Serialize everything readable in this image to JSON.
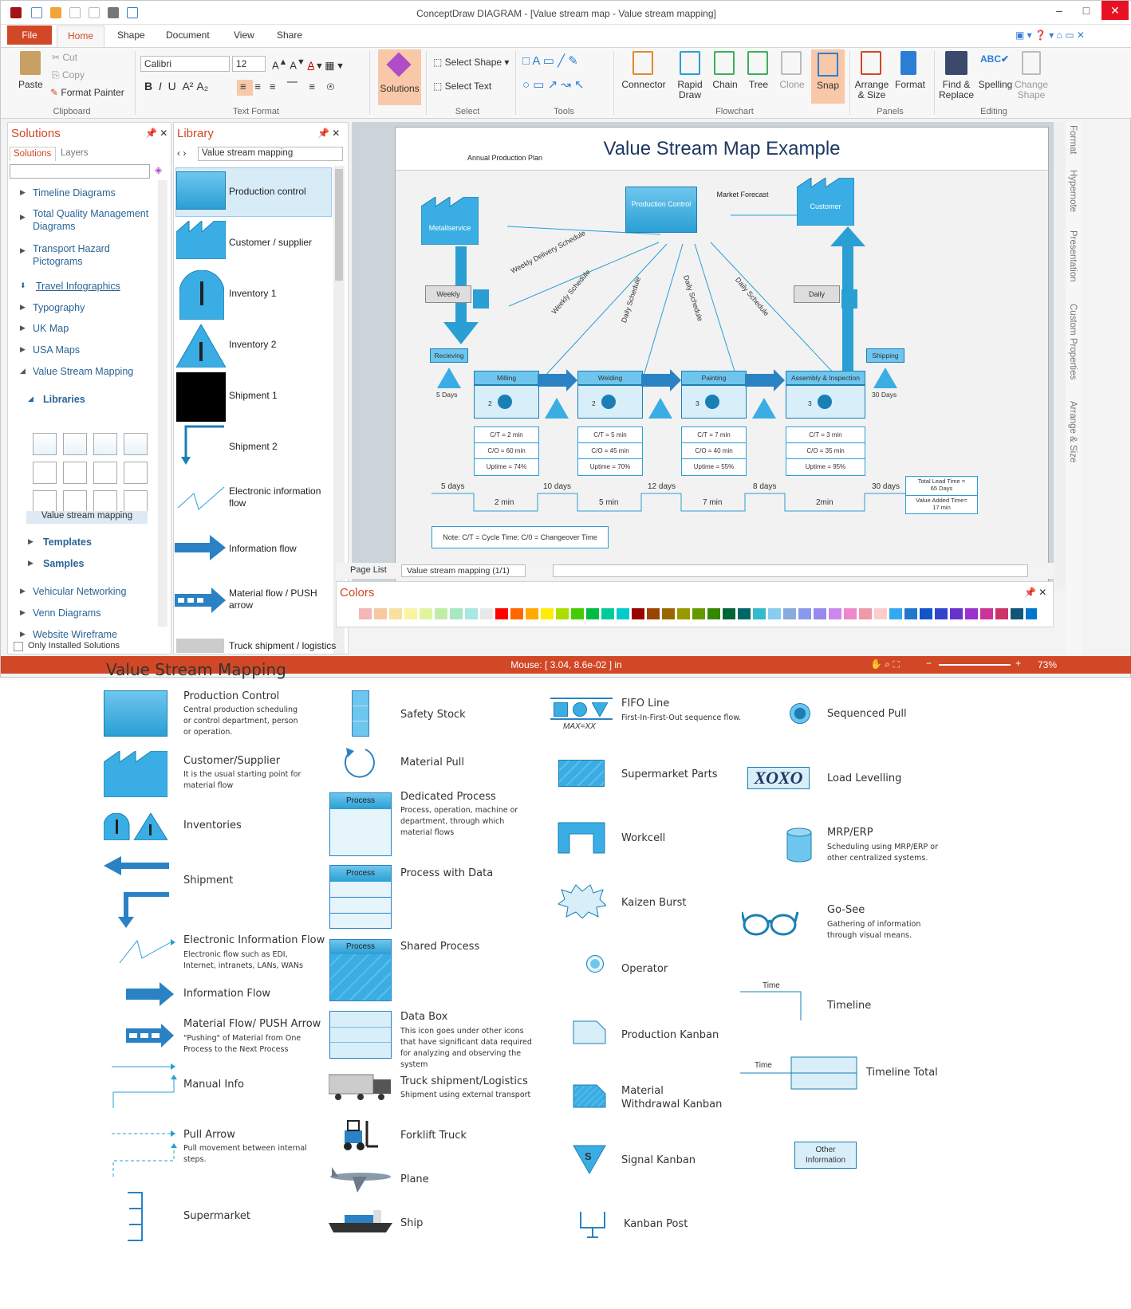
{
  "window": {
    "title": "ConceptDraw DIAGRAM - [Value stream map - Value stream mapping]"
  },
  "tabs": {
    "file": "File",
    "home": "Home",
    "shape": "Shape",
    "document": "Document",
    "view": "View",
    "share": "Share"
  },
  "ribbon": {
    "paste": "Paste",
    "cut": "Cut",
    "copy": "Copy",
    "format_painter": "Format Painter",
    "clipboard": "Clipboard",
    "font": "Calibri",
    "size": "12",
    "text_format": "Text Format",
    "solutions": "Solutions",
    "select_shape": "Select Shape",
    "select_text": "Select Text",
    "select": "Select",
    "tools": "Tools",
    "connector": "Connector",
    "rapid_draw": "Rapid Draw",
    "chain": "Chain",
    "tree": "Tree",
    "clone": "Clone",
    "snap": "Snap",
    "flowchart": "Flowchart",
    "arrange": "Arrange & Size",
    "format": "Format",
    "panels": "Panels",
    "find": "Find & Replace",
    "spelling": "Spelling",
    "change_shape": "Change Shape",
    "editing": "Editing"
  },
  "solutions_panel": {
    "title": "Solutions",
    "tab_solutions": "Solutions",
    "tab_layers": "Layers",
    "items": [
      "Timeline Diagrams",
      "Total Quality Management Diagrams",
      "Transport Hazard Pictograms",
      "Travel Infographics",
      "Typography",
      "UK Map",
      "USA Maps",
      "Value Stream Mapping"
    ],
    "libraries": "Libraries",
    "lib_caption": "Value stream mapping",
    "templates": "Templates",
    "samples": "Samples",
    "items2": [
      "Vehicular Networking",
      "Venn Diagrams",
      "Website Wireframe"
    ],
    "only_installed": "Only Installed Solutions"
  },
  "library_panel": {
    "title": "Library",
    "selected": "Value stream mapping",
    "items": [
      "Production control",
      "Customer / supplier",
      "Inventory 1",
      "Inventory 2",
      "Shipment 1",
      "Shipment 2",
      "Electronic information flow",
      "Information flow",
      "Material flow / PUSH arrow",
      "Truck shipment / logistics"
    ]
  },
  "diagram": {
    "title": "Value Stream Map Example",
    "annual": "Annual Production Plan",
    "market": "Market Forecast",
    "prod_control": "Production Control",
    "customer": "Customer",
    "supplier": "Metallservice",
    "weekly_sched": "Weekly Delivery Schedule",
    "weekly_sched2": "Weekly Schedule",
    "daily1": "Daily Schedule",
    "daily2": "Daily Schedule",
    "daily3": "Daily Schedule",
    "truck_weekly": "Weekly",
    "truck_daily": "Daily",
    "receiving": "Recieving",
    "shipping": "Shipping",
    "inv_left": "5 Days",
    "inv_right": "30 Days",
    "processes": [
      {
        "name": "Milling",
        "op": "2",
        "ct": "C/T = 2 min",
        "co": "C/O = 60 min",
        "up": "Uptime = 74%"
      },
      {
        "name": "Welding",
        "op": "2",
        "ct": "C/T = 5 min",
        "co": "C/O = 45 min",
        "up": "Uptime = 70%"
      },
      {
        "name": "Painting",
        "op": "3",
        "ct": "C/T = 7 min",
        "co": "C/O = 40 min",
        "up": "Uptime = 55%"
      },
      {
        "name": "Assembly & Inspection",
        "op": "3",
        "ct": "C/T = 3 min",
        "co": "C/O = 35 min",
        "up": "Uptime = 95%"
      }
    ],
    "days": [
      "5 days",
      "10 days",
      "12 days",
      "8 days",
      "30 days"
    ],
    "mins": [
      "2 min",
      "5 min",
      "7 min",
      "2min"
    ],
    "total_lead": "Total Lead Time = 65 Days",
    "value_added": "Value Added Time= 17 min",
    "note": "Note: C/T = Cycle Time; C/0 = Changeover Time"
  },
  "page_list": {
    "label": "Page List",
    "page": "Value stream mapping (1/1)"
  },
  "colors_panel": {
    "title": "Colors"
  },
  "status": {
    "mouse": "Mouse: [ 3.04, 8.6e-02 ] in",
    "zoom": "73%"
  },
  "side_tabs": [
    "Format",
    "Hypernote",
    "Presentation",
    "Custom Properties",
    "Arrange & Size"
  ],
  "legend": {
    "title": "Value Stream Mapping",
    "production_control": "Production Control",
    "production_control_desc": "Central production scheduling or control department, person or operation.",
    "customer": "Customer/Supplier",
    "customer_desc": "It is the usual starting point for material flow",
    "inventories": "Inventories",
    "shipment": "Shipment",
    "eif": "Electronic Information Flow",
    "eif_desc": "Electronic flow such as EDI, Internet, intranets, LANs, WANs",
    "info_flow": "Information Flow",
    "material_flow": "Material Flow/ PUSH Arrow",
    "material_flow_desc": "\"Pushing\" of Material from One Process to the Next Process",
    "manual_info": "Manual Info",
    "pull_arrow": "Pull Arrow",
    "pull_arrow_desc": "Pull movement between internal steps.",
    "supermarket": "Supermarket",
    "safety_stock": "Safety Stock",
    "material_pull": "Material Pull",
    "dedicated": "Dedicated Process",
    "dedicated_desc": "Process, operation, machine or department, through which material flows",
    "process_word": "Process",
    "process_data": "Process with Data",
    "shared": "Shared Process",
    "data_box": "Data Box",
    "data_box_desc": "This icon goes under other icons that have significant data required for analyzing and observing the system",
    "truck": "Truck shipment/Logistics",
    "truck_desc": "Shipment using external transport",
    "forklift": "Forklift Truck",
    "plane": "Plane",
    "ship": "Ship",
    "fifo": "FIFO Line",
    "fifo_desc": "First-In-First-Out sequence flow.",
    "fifo_max": "MAX=XX",
    "supermarket_parts": "Supermarket Parts",
    "workcell": "Workcell",
    "kaizen": "Kaizen Burst",
    "operator": "Operator",
    "prod_kanban": "Production Kanban",
    "withdrawal_kanban": "Material Withdrawal Kanban",
    "signal_kanban": "Signal Kanban",
    "signal_s": "S",
    "kanban_post": "Kanban Post",
    "seq_pull": "Sequenced Pull",
    "load_level": "Load Levelling",
    "xoxo": "XOXO",
    "mrp": "MRP/ERP",
    "mrp_desc": "Scheduling using MRP/ERP or other centralized systems.",
    "go_see": "Go-See",
    "go_see_desc": "Gathering of information through visual means.",
    "timeline": "Timeline",
    "time_word": "Time",
    "timeline_total": "Timeline Total",
    "other_info": "Other Information"
  }
}
